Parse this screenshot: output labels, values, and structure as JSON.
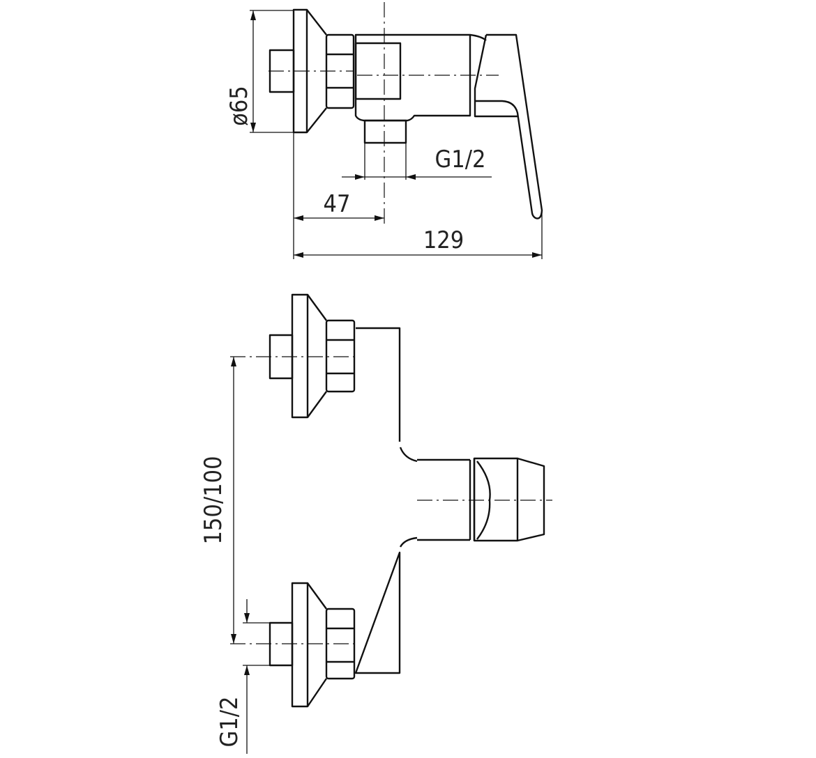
{
  "drawing": {
    "top_view": {
      "diameter_label": "ø65",
      "outlet_thread_label": "G1/2",
      "centre_depth_label": "47",
      "overall_depth_label": "129"
    },
    "front_view": {
      "inlet_spacing_label": "150/100",
      "inlet_thread_label": "G1/2"
    },
    "line_color": "#111111",
    "background": "#ffffff"
  }
}
